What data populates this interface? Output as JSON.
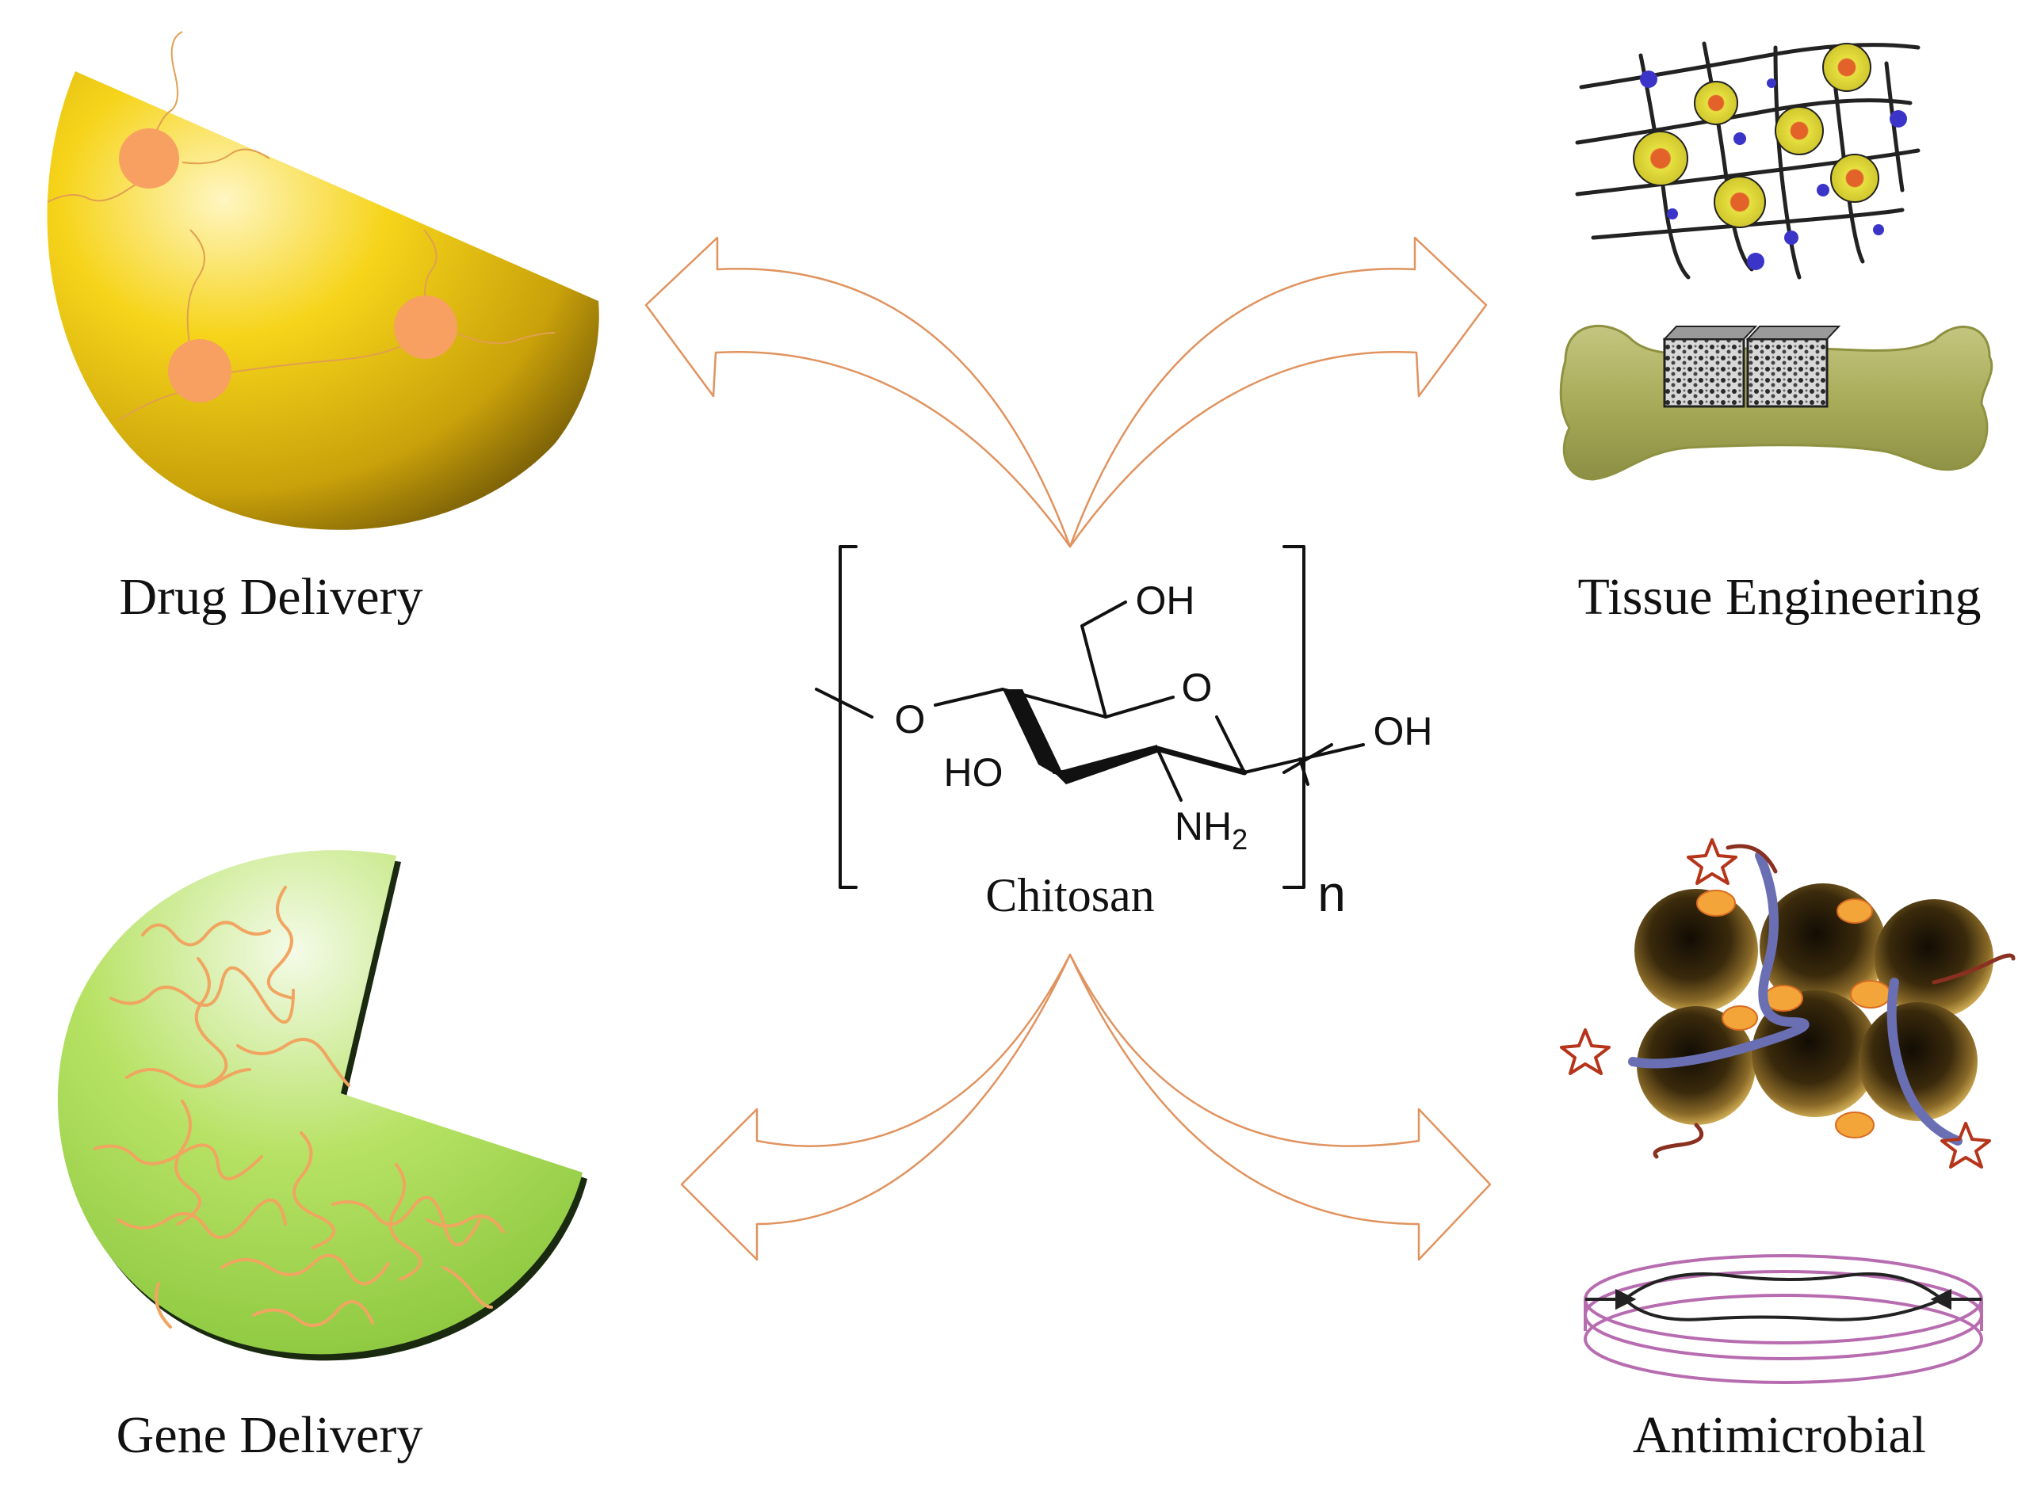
{
  "diagram": {
    "center": {
      "label": "Chitosan",
      "repeat_index": "n",
      "atoms": {
        "oh_top": "OH",
        "ring_o": "O",
        "link_o": "O",
        "oh_right": "OH",
        "ho_left": "HO",
        "nh2": "NH",
        "nh2_sub": "2"
      }
    },
    "applications": [
      {
        "label": "Drug Delivery"
      },
      {
        "label": "Tissue Engineering"
      },
      {
        "label": "Gene Delivery"
      },
      {
        "label": "Antimicrobial"
      }
    ],
    "colors": {
      "arrow": "#e0935f",
      "drug_sphere": "#f2c812",
      "drug_particle": "#f7a062",
      "gene_fill": "#a6d84a",
      "gene_strand": "#f0a560",
      "bone": "#a9ac5c",
      "scaffold_cell": "#e1dc3a",
      "microbe": "#5a4010",
      "dish": "#b86cb0",
      "text": "#111111"
    }
  }
}
